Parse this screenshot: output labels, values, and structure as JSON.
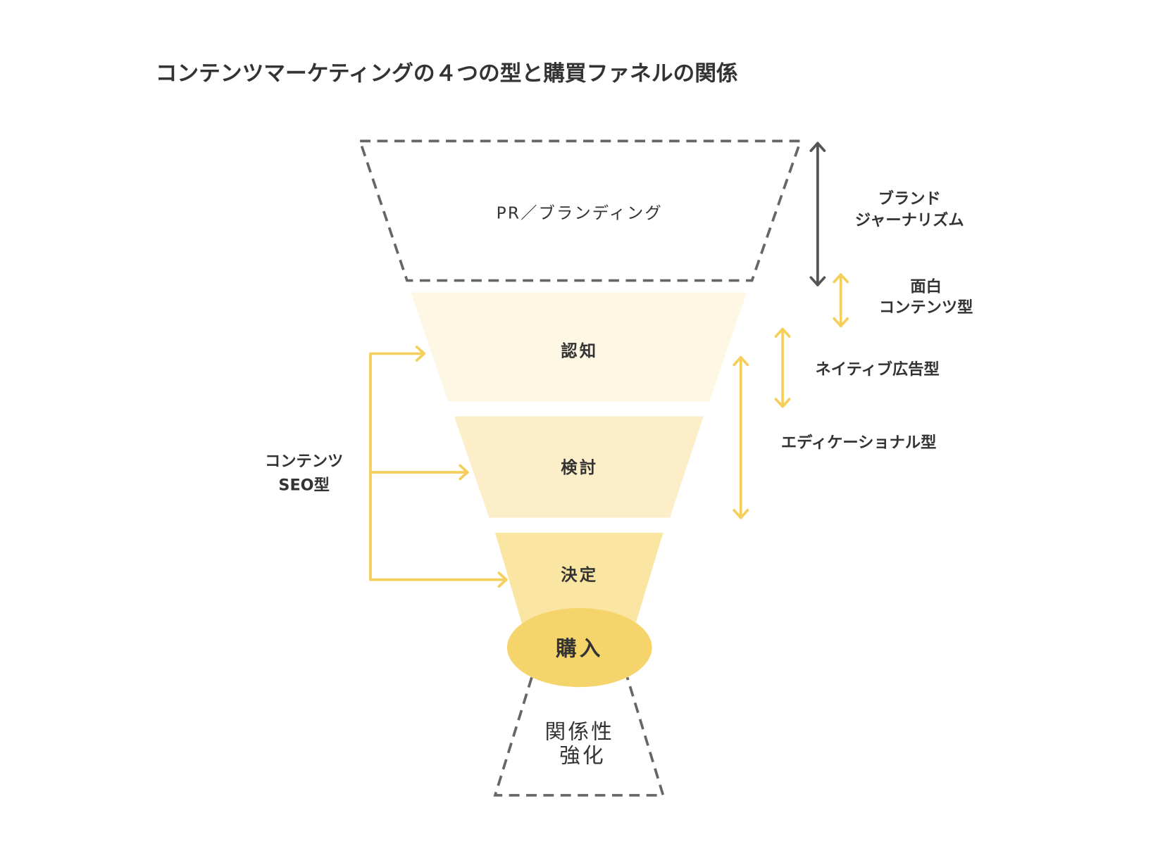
{
  "title": "コンテンツマーケティングの４つの型と購買ファネルの関係",
  "funnel": {
    "pr_branding": "PR／ブランディング",
    "stages": [
      {
        "label": "認知",
        "color": "#fdf7e3"
      },
      {
        "label": "検討",
        "color": "#fbeec8"
      },
      {
        "label": "決定",
        "color": "#fae5a3"
      }
    ],
    "purchase": {
      "label": "購入",
      "color": "#f5d46c"
    },
    "relationship": [
      "関係性",
      "強化"
    ]
  },
  "types": {
    "brand_journalism": [
      "ブランド",
      "ジャーナリズム"
    ],
    "fun_content": [
      "面白",
      "コンテンツ型"
    ],
    "native_ad": "ネイティブ広告型",
    "educational": "エディケーショナル型",
    "content_seo": [
      "コンテンツ",
      "SEO型"
    ]
  },
  "colors": {
    "arrow_yellow": "#f5cf5c",
    "arrow_dark": "#555555",
    "text": "#333333"
  }
}
